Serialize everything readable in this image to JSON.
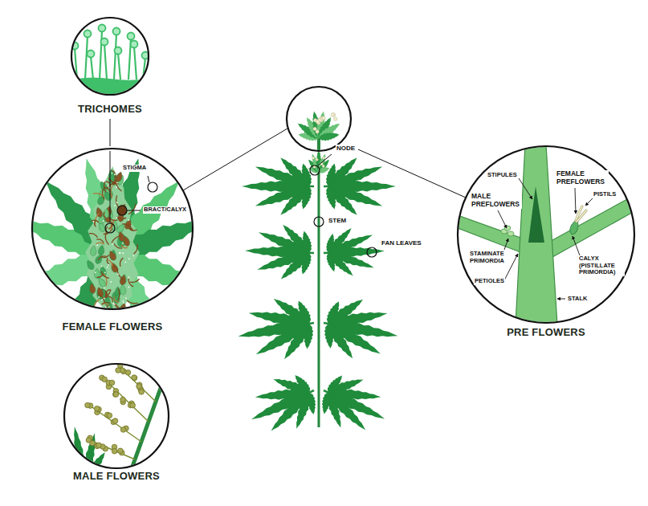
{
  "diagram": {
    "nodes": [
      {
        "text": [
          "TRICHOMES"
        ]
      },
      {
        "text": [
          "STIGMA",
          "BRACT/CALYX",
          "FEMALE FLOWERS"
        ]
      },
      {
        "text": [
          "MALE FLOWERS"
        ]
      },
      {
        "text": [
          "STIPULES",
          "FEMALE PREFLOWERS",
          "MALE PREFLOWERS",
          "PISTILS",
          "STAMINATE PRIMORDIA",
          "CALYX (PISTILLATE PRIMORDIA)",
          "PETIOLES",
          "STALK",
          "PRE FLOWERS"
        ]
      }
    ],
    "edges": [
      {
        "from": 0,
        "to": 1,
        "arrow": "none"
      }
    ],
    "labels": [
      "NODE",
      "STEM",
      "FAN LEAVES"
    ]
  }
}
